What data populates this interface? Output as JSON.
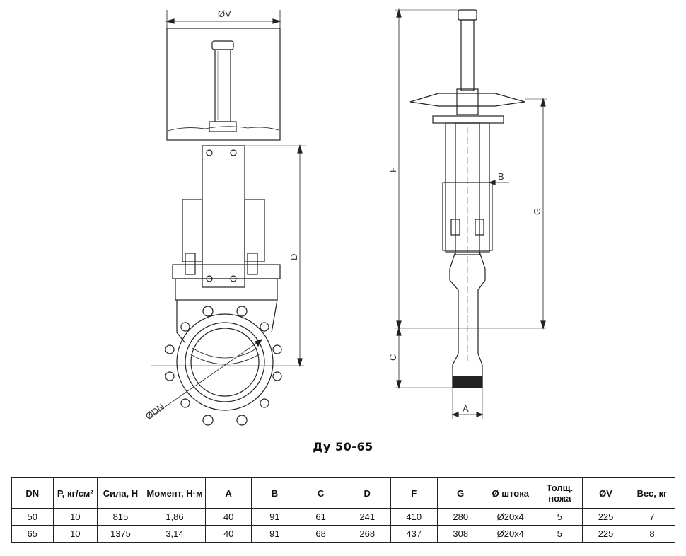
{
  "drawing": {
    "labels": {
      "V": "ØV",
      "D": "D",
      "F": "F",
      "G": "G",
      "B": "B",
      "C": "C",
      "A": "A",
      "DN": "ØDN"
    }
  },
  "caption": "Ду 50-65",
  "table": {
    "headers": [
      "DN",
      "P, кг/см²",
      "Сила, Н",
      "Момент, Н·м",
      "A",
      "B",
      "C",
      "D",
      "F",
      "G",
      "Ø штока",
      "Толщ. ножа",
      "ØV",
      "Вес, кг"
    ],
    "rows": [
      [
        "50",
        "10",
        "815",
        "1,86",
        "40",
        "91",
        "61",
        "241",
        "410",
        "280",
        "Ø20x4",
        "5",
        "225",
        "7"
      ],
      [
        "65",
        "10",
        "1375",
        "3,14",
        "40",
        "91",
        "68",
        "268",
        "437",
        "308",
        "Ø20x4",
        "5",
        "225",
        "8"
      ]
    ]
  }
}
